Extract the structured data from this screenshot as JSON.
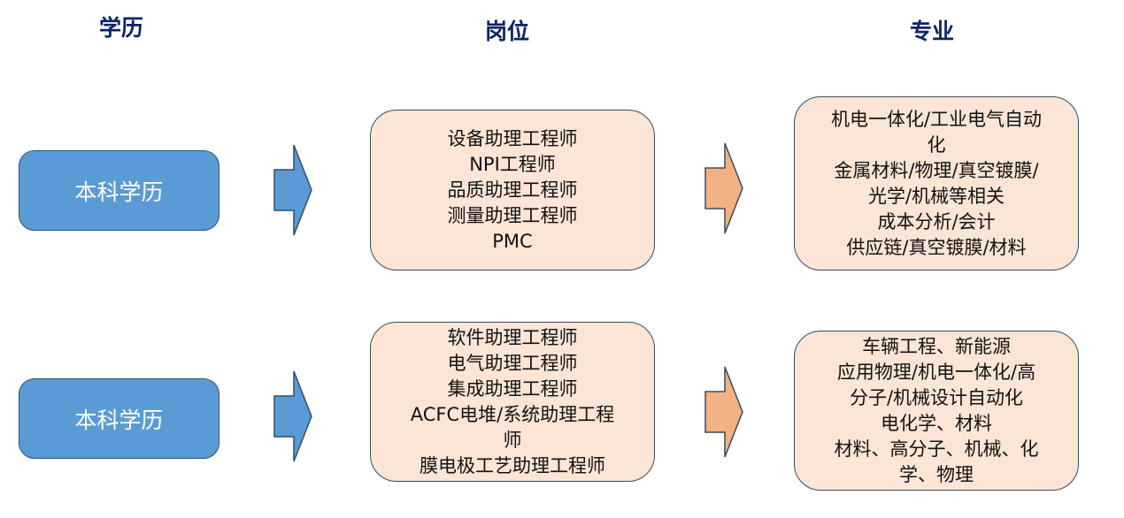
{
  "headers": {
    "education": "学历",
    "position": "岗位",
    "major": "专业"
  },
  "colors": {
    "header_text": "#0b2466",
    "education_box": "#5b9bd5",
    "card_fill": "#fbe5d6",
    "blue_arrow": "#5b9bd5",
    "orange_arrow": "#f4b183",
    "outline": "#3a4a60"
  },
  "rows": [
    {
      "education": "本科学历",
      "positions": [
        "设备助理工程师",
        "NPI工程师",
        "品质助理工程师",
        "测量助理工程师",
        "PMC"
      ],
      "majors": [
        "机电一体化/工业电气自动",
        "化",
        "金属材料/物理/真空镀膜/",
        "光学/机械等相关",
        "成本分析/会计",
        "供应链/真空镀膜/材料"
      ]
    },
    {
      "education": "本科学历",
      "positions": [
        "软件助理工程师",
        "电气助理工程师",
        "集成助理工程师",
        "ACFC电堆/系统助理工程",
        "师",
        "膜电极工艺助理工程师"
      ],
      "majors": [
        "车辆工程、新能源",
        "应用物理/机电一体化/高",
        "分子/机械设计自动化",
        "电化学、材料",
        "材料、高分子、机械、化",
        "学、物理"
      ]
    }
  ]
}
